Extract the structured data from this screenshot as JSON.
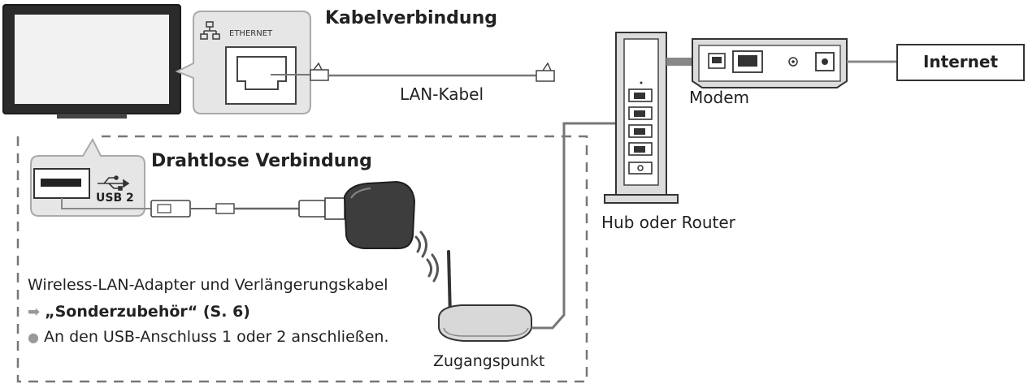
{
  "labels": {
    "cable_connection": "Kabelverbindung",
    "wireless_connection": "Drahtlose Verbindung",
    "lan_cable": "LAN-Kabel",
    "modem": "Modem",
    "internet": "Internet",
    "hub_router": "Hub oder Router",
    "access_point": "Zugangspunkt",
    "ethernet_port": "ETHERNET",
    "usb_port": "USB 2"
  },
  "notes": {
    "adapter": "Wireless-LAN-Adapter und Verlängerungskabel",
    "accessory_ref": "„Sonderzubehör“ (S. 6)",
    "usb_instruction": "An den USB-Anschluss 1 oder 2 anschließen."
  },
  "icons": {
    "arrow": "arrow-right-icon",
    "bullet": "bullet-dot-icon",
    "network": "network-icon",
    "usb": "usb-trident-icon"
  },
  "colors": {
    "device_body": "#dcdcdc",
    "device_stroke": "#333333",
    "cable": "#777777",
    "screen": "#f0f0f0",
    "adapter": "#3a3a3a"
  }
}
